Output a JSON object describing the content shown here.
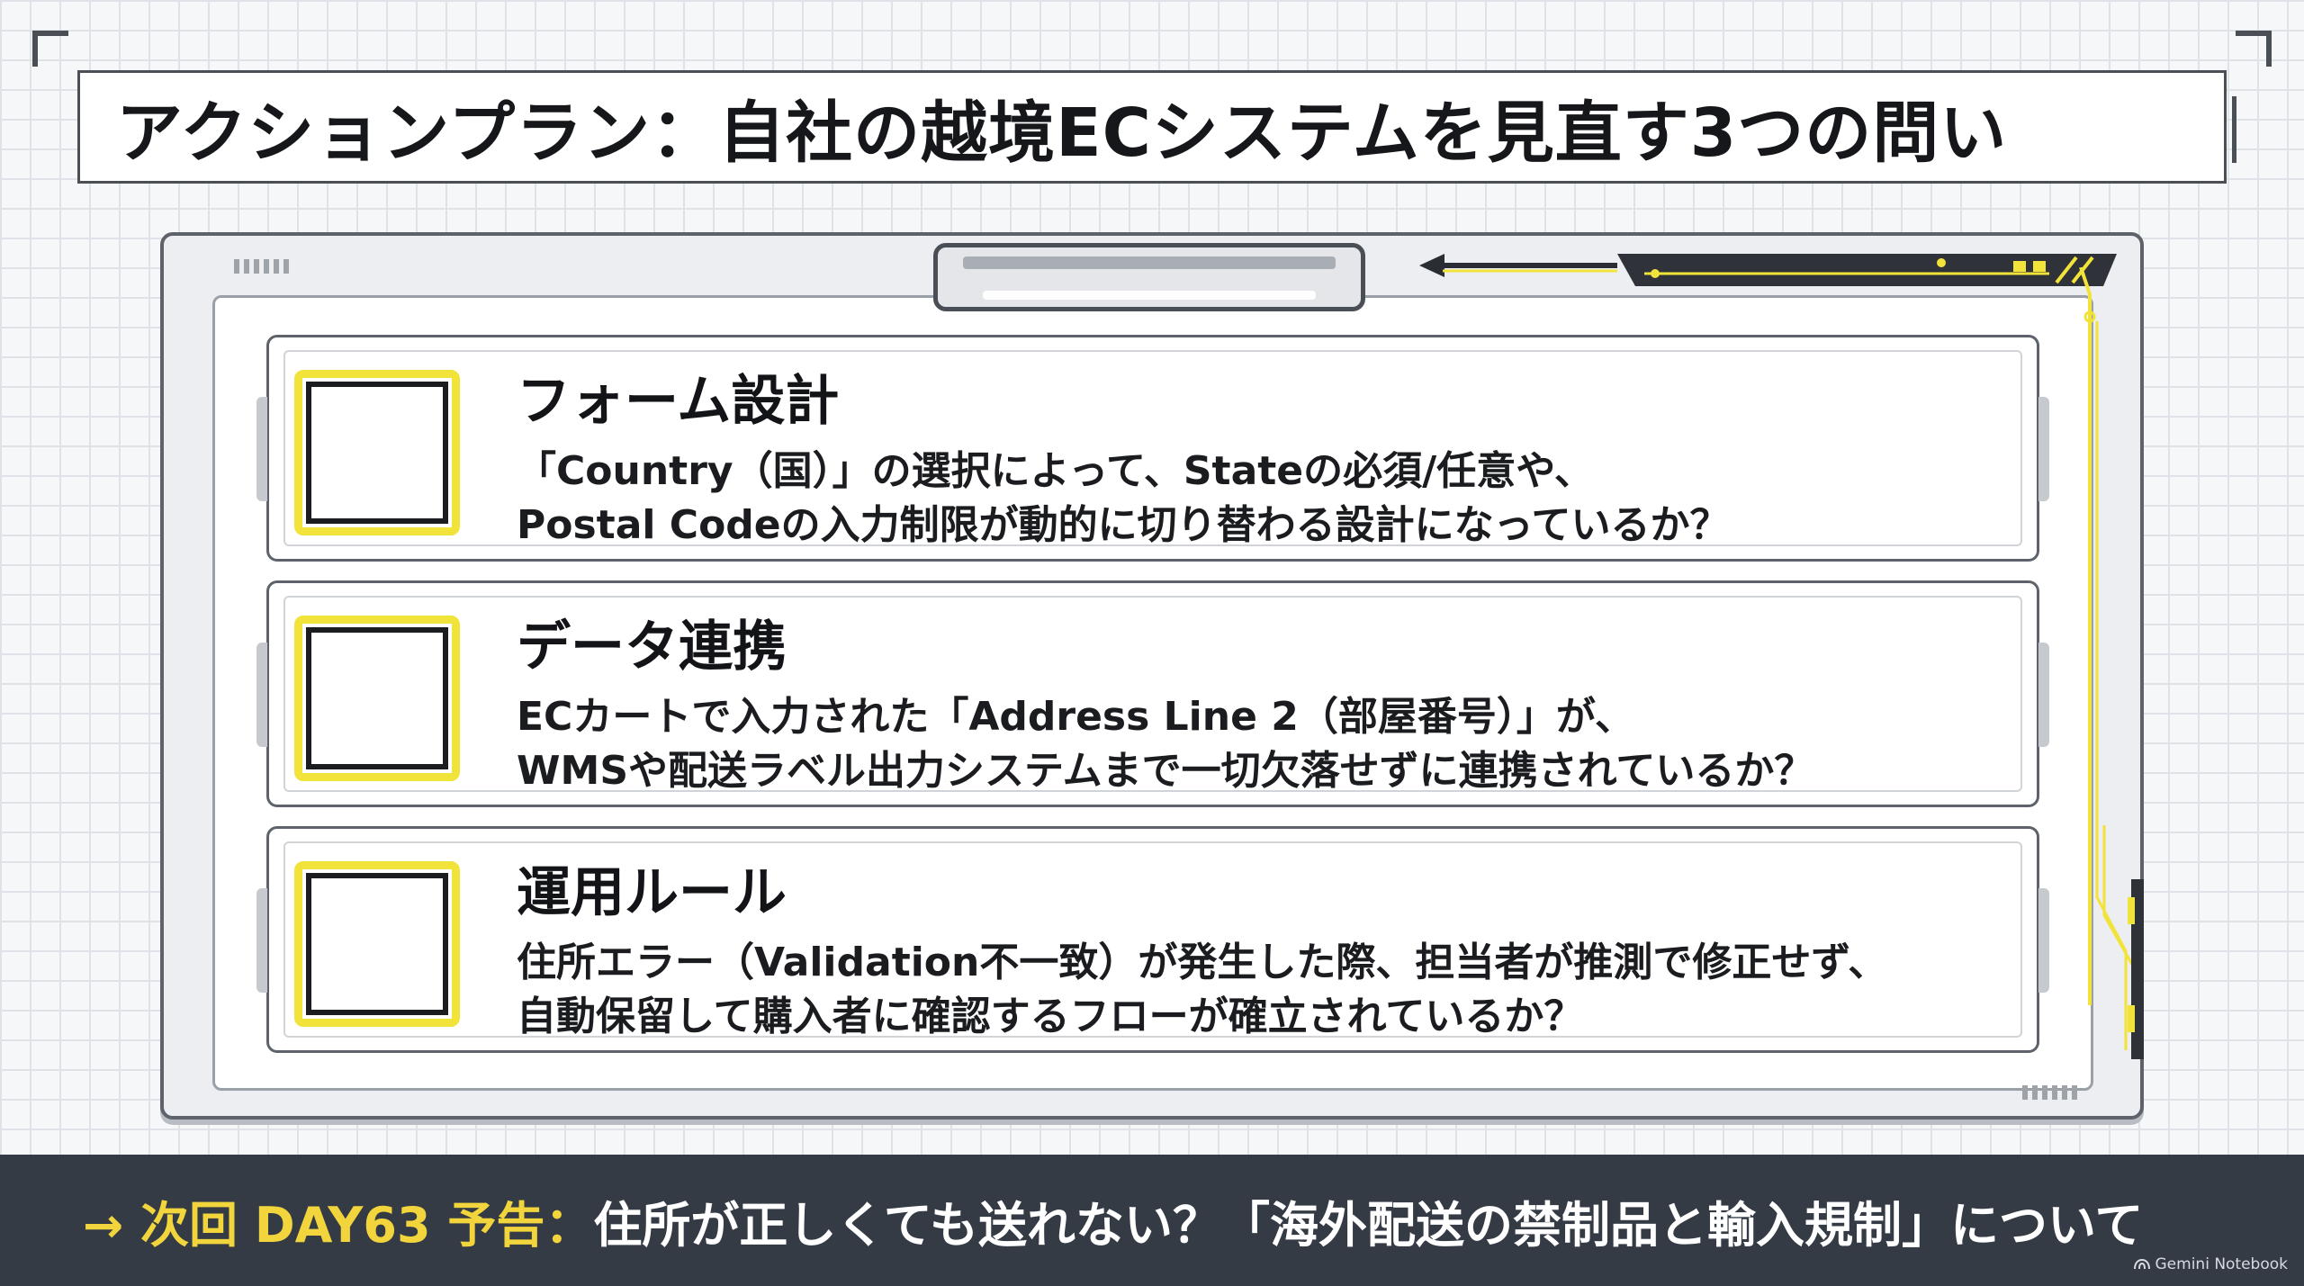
{
  "title": "アクションプラン：自社の越境ECシステムを見直す3つの問い",
  "items": [
    {
      "heading": "フォーム設計",
      "line1": "「Country（国）」の選択によって、Stateの必須/任意や、",
      "line2": "Postal Codeの入力制限が動的に切り替わる設計になっているか？"
    },
    {
      "heading": "データ連携",
      "line1": "ECカートで入力された「Address Line 2（部屋番号）」が、",
      "line2": "WMSや配送ラベル出力システムまで一切欠落せずに連携されているか？"
    },
    {
      "heading": "運用ルール",
      "line1": "住所エラー（Validation不一致）が発生した際、担当者が推測で修正せず、",
      "line2": "自動保留して購入者に確認するフローが確立されているか？"
    }
  ],
  "footer": {
    "label": "→ 次回 DAY63 予告：",
    "text": "住所が正しくても送れない？「海外配送の禁制品と輸入規制」について"
  },
  "watermark": "Gemini Notebook",
  "colors": {
    "accent": "#f2e33a",
    "footer_bg": "#343b45",
    "footer_label": "#f2d53c"
  }
}
